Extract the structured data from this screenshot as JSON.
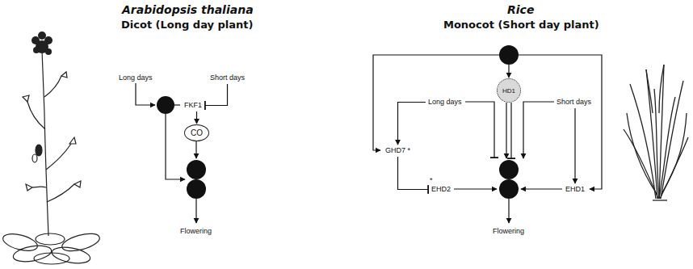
{
  "diagram": {
    "nodes": [
      {
        "text": [
          "Long days"
        ]
      },
      {
        "text": [
          "Short days"
        ]
      },
      {
        "text": [
          "FKF1"
        ]
      },
      {
        "text": [
          "CO"
        ]
      },
      {
        "text": [
          "Flowering"
        ]
      },
      {
        "text": [
          "Long days"
        ]
      },
      {
        "text": [
          "Short days"
        ]
      },
      {
        "text": [
          "HD1"
        ]
      },
      {
        "text": [
          "GHD7 *"
        ]
      },
      {
        "text": [
          "EHD2"
        ]
      },
      {
        "text": [
          "EHD1"
        ]
      },
      {
        "text": [
          "Flowering"
        ]
      }
    ],
    "edges": [
      {
        "from": 1,
        "to": 2,
        "arrow": "to"
      },
      {
        "from": 2,
        "to": 3,
        "arrow": "to"
      },
      {
        "from": 5,
        "to": 8,
        "arrow": "to"
      },
      {
        "from": 8,
        "to": 9,
        "arrow": "to"
      },
      {
        "from": 6,
        "to": 10,
        "arrow": "to"
      }
    ],
    "labels": [
      "Arabidopsis thaliana",
      "Dicot (Long day plant)",
      "Rice",
      "Monocot (Short day plant)",
      "*"
    ]
  }
}
